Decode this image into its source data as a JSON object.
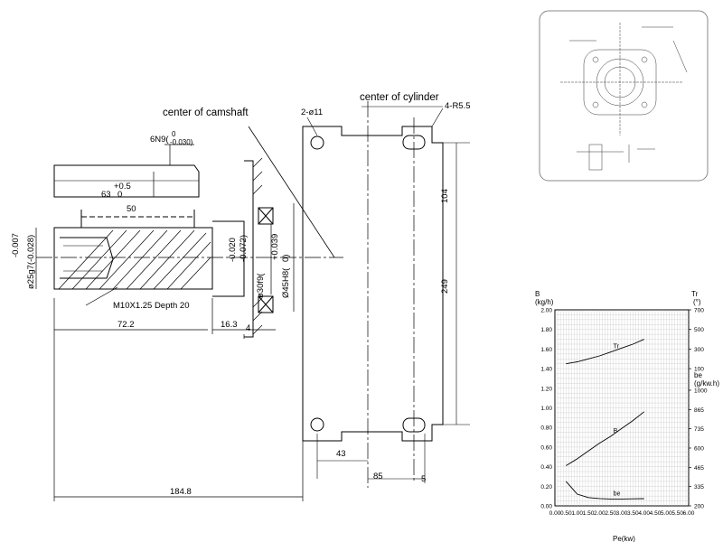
{
  "drawing": {
    "labels": {
      "center_of_camshaft": "center of camshaft",
      "center_of_cylinder": "center of cylinder",
      "r55": "4-R5.5",
      "hole_11": "2-ø11",
      "keyway": "6N9(",
      "keyway_up": "0",
      "keyway_low": "-0.030)",
      "plus05": "+0.5",
      "d63": "63",
      "d63_tol": "0",
      "d50": "50",
      "tol_007": "-0.007",
      "shaft_dia": "ø25g7(-0.028)",
      "tol_0020": "-0.020",
      "tol_0072": "-0.072)",
      "bore_30": "ø30f9(",
      "tol_0039": "+0.039",
      "bore_45": "Ø45H8(",
      "bore_45_tol": "0)",
      "thread": "M10X1.25  Depth 20",
      "d72": "72.2",
      "d163": "16.3",
      "d4": "4",
      "d104": "104",
      "d249": "249",
      "d43": "43",
      "d85": "85",
      "d5": "5",
      "d1848": "184.8"
    }
  },
  "chart_data": {
    "type": "line",
    "x": [
      0.5,
      1.0,
      1.5,
      2.0,
      2.5,
      3.0,
      3.5,
      4.0
    ],
    "xticks": [
      "0.00",
      "0.50",
      "1.00",
      "1.50",
      "2.00",
      "2.50",
      "3.00",
      "3.50",
      "4.00",
      "4.50",
      "5.00",
      "5.50",
      "6.00"
    ],
    "xlabel": "Pe(kw)",
    "xlim": [
      0,
      6
    ],
    "left_top_label": "B",
    "left_top_unit": "(kg/h)",
    "left_ticks": [
      "2.00",
      "1.80",
      "1.60",
      "1.40",
      "1.20",
      "1.00",
      "0.80",
      "0.60",
      "0.40",
      "0.20",
      "0.00"
    ],
    "ylim_left": [
      0,
      2
    ],
    "right_label_tr": "Tr",
    "right_unit_tr": "(°)",
    "right_ticks_tr": [
      "700",
      "500",
      "300",
      "100"
    ],
    "right_label_be": "be",
    "right_unit_be": "(g/kw.h)",
    "right_ticks_be": [
      "1000",
      "865",
      "735",
      "600",
      "465",
      "335",
      "200"
    ],
    "series": [
      {
        "name": "Tr",
        "values": [
          1.45,
          1.47,
          1.5,
          1.53,
          1.57,
          1.61,
          1.65,
          1.7
        ]
      },
      {
        "name": "B",
        "values": [
          0.41,
          0.48,
          0.56,
          0.64,
          0.71,
          0.79,
          0.87,
          0.96
        ]
      },
      {
        "name": "be",
        "values": [
          0.25,
          0.12,
          0.085,
          0.075,
          0.07,
          0.07,
          0.072,
          0.074
        ]
      }
    ],
    "grid": true
  },
  "inset": {
    "label": "",
    "border": "#888888"
  }
}
